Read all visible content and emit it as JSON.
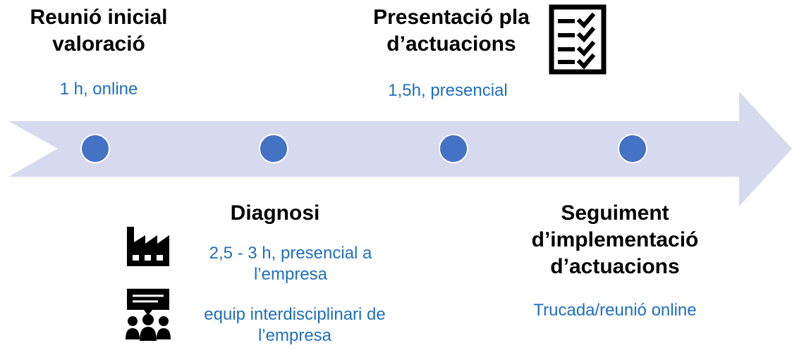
{
  "colors": {
    "arrow_fill": "#d5daee",
    "dot_fill": "#4472c4",
    "dot_stroke": "#ffffff",
    "heading_text": "#000000",
    "detail_text": "#1f6fbf"
  },
  "steps": [
    {
      "title_line1": "Reunió inicial",
      "title_line2": "valoració",
      "detail": "1 h, online"
    },
    {
      "title": "Diagnosi",
      "icons": [
        "factory-icon",
        "team-meeting-icon"
      ],
      "detail_line1": "2,5 - 3 h, presencial a",
      "detail_line2": "l’empresa",
      "detail2_line1": "equip interdisciplinari de",
      "detail2_line2": "l’empresa"
    },
    {
      "title_line1": "Presentació pla",
      "title_line2": "d’actuacions",
      "icon": "checklist-icon",
      "detail": "1,5h, presencial"
    },
    {
      "title_line1": "Seguiment",
      "title_line2": "d’implementació",
      "title_line3": "d’actuacions",
      "detail": "Trucada/reunió online"
    }
  ]
}
